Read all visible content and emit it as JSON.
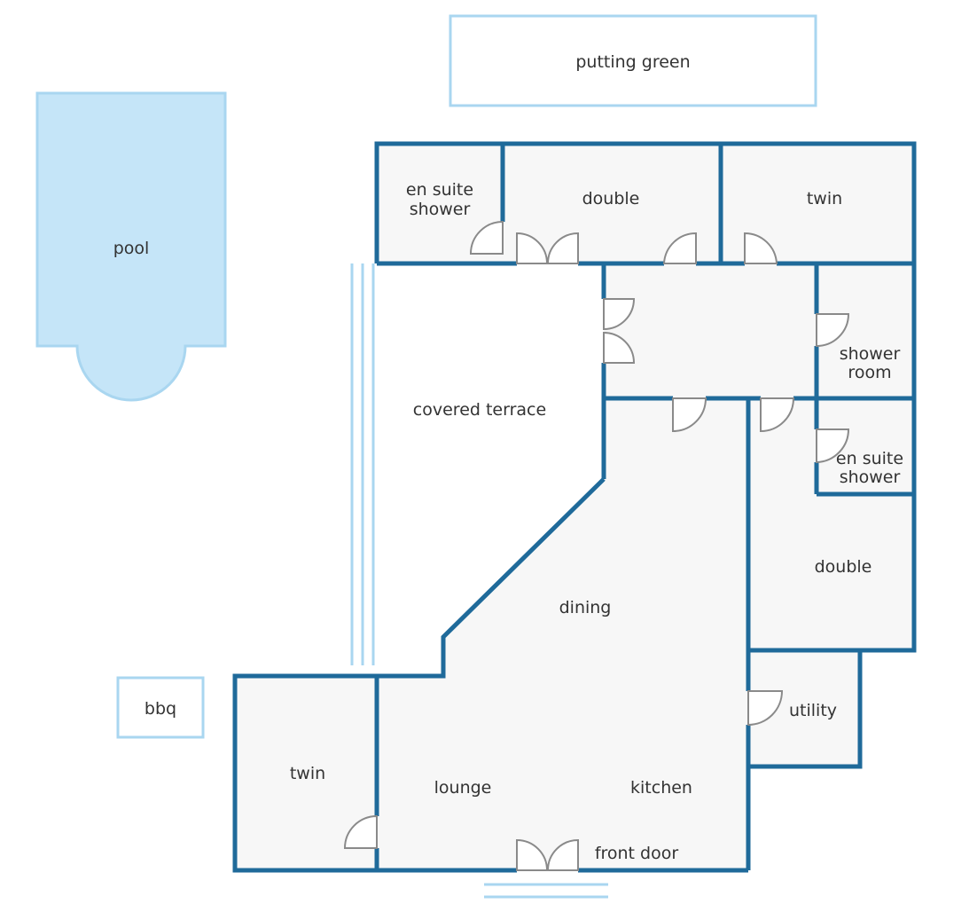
{
  "colors": {
    "wall": "#1f6a9a",
    "floor": "#f7f7f7",
    "exterior_outline": "#a9d6f0",
    "pool_fill": "#c5e5f8",
    "door": "#8a8a8a",
    "text": "#333333"
  },
  "labels": {
    "putting_green": "putting green",
    "pool": "pool",
    "bbq": "bbq",
    "en_suite_top_line1": "en suite",
    "en_suite_top_line2": "shower",
    "double_top": "double",
    "twin_top": "twin",
    "shower_room_line1": "shower",
    "shower_room_line2": "room",
    "covered_terrace": "covered terrace",
    "en_suite_right_line1": "en suite",
    "en_suite_right_line2": "shower",
    "double_right": "double",
    "dining": "dining",
    "utility": "utility",
    "twin_bottom": "twin",
    "lounge": "lounge",
    "kitchen": "kitchen",
    "front_door": "front door"
  }
}
